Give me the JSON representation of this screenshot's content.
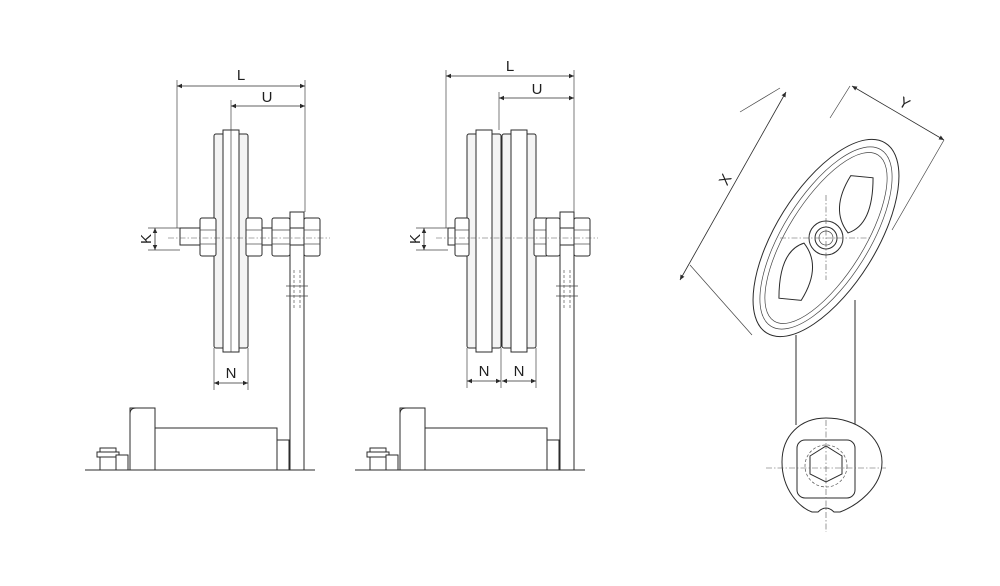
{
  "dimension_labels": {
    "L": "L",
    "U": "U",
    "K": "K",
    "N": "N",
    "X": "X",
    "Y": "Y"
  }
}
